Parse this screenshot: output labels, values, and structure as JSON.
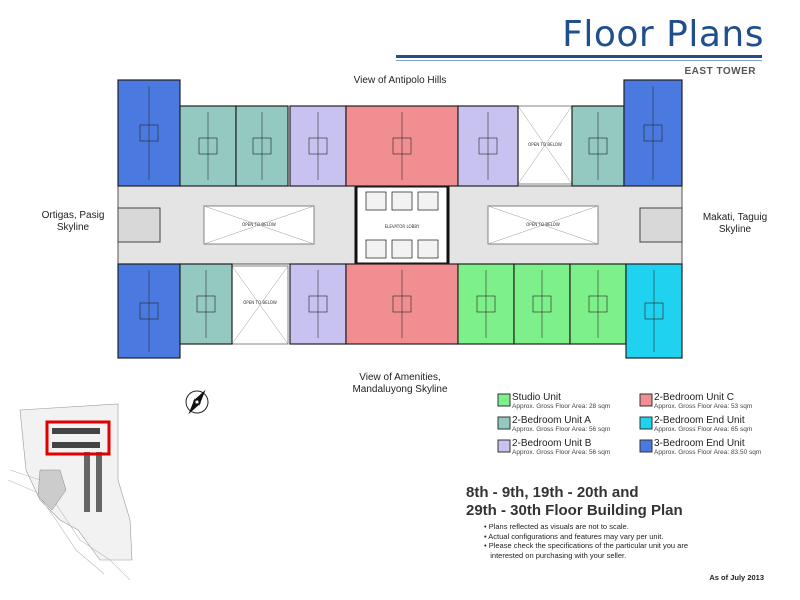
{
  "header": {
    "title": "Floor Plans",
    "tower": "EAST TOWER"
  },
  "views": {
    "north": "View of Antipolo Hills",
    "west_line1": "Ortigas, Pasig",
    "west_line2": "Skyline",
    "east_line1": "Makati, Taguig",
    "east_line2": "Skyline",
    "south_line1": "View of Amenities,",
    "south_line2": "Mandaluyong Skyline"
  },
  "plan_labels": {
    "open_to_below": "OPEN TO BELOW",
    "elevator_lobby": "ELEVATOR LOBBY"
  },
  "colors": {
    "studio": "#7ef08a",
    "a": "#93c9c0",
    "b": "#c7c2f0",
    "c": "#f08e92",
    "end2": "#1ed2f0",
    "end3": "#4a7ae0"
  },
  "legend": [
    {
      "key": "studio",
      "name": "Studio Unit",
      "area": "Approx. Gross Floor Area: 28 sqm"
    },
    {
      "key": "a",
      "name": "2-Bedroom Unit A",
      "area": "Approx. Gross Floor Area: 56 sqm"
    },
    {
      "key": "b",
      "name": "2-Bedroom Unit B",
      "area": "Approx. Gross Floor Area: 56 sqm"
    },
    {
      "key": "c",
      "name": "2-Bedroom Unit C",
      "area": "Approx. Gross Floor Area: 53 sqm"
    },
    {
      "key": "end2",
      "name": "2-Bedroom End Unit",
      "area": "Approx. Gross Floor Area: 65 sqm"
    },
    {
      "key": "end3",
      "name": "3-Bedroom End Unit",
      "area": "Approx. Gross Floor Area: 83.50 sqm"
    }
  ],
  "plan_title": {
    "line1": "8th - 9th, 19th - 20th and",
    "line2": "29th - 30th Floor Building Plan"
  },
  "notes": [
    "• Plans reflected as visuals are not to scale.",
    "• Actual configurations and features may vary per unit.",
    "• Please check the specifications of the particular unit you are",
    "   interested on purchasing with your seller."
  ],
  "as_of": "As of July 2013"
}
